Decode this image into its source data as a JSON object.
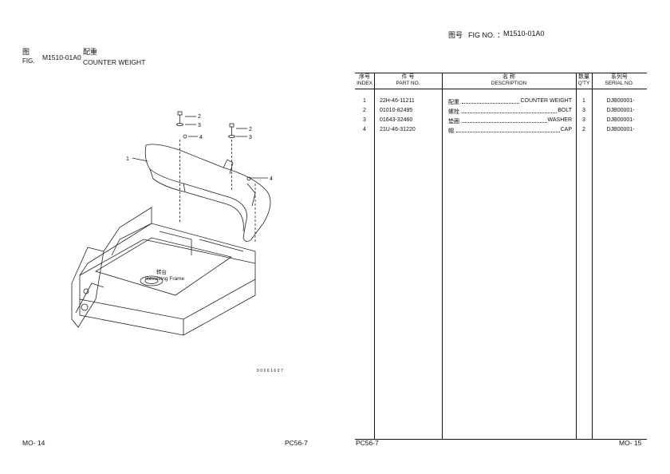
{
  "left_page": {
    "fig_label_cn": "图",
    "fig_label_en": "FIG.",
    "fig_number": "M1510-01A0",
    "title_cn": "配重",
    "title_en": "COUNTER WEIGHT",
    "drawing": {
      "callouts": [
        "1",
        "2",
        "3",
        "4",
        "2",
        "3",
        "4"
      ],
      "frame_label_cn": "转台",
      "frame_label_en": "Revolving Frame",
      "drawing_code": "00061607"
    },
    "footer_page": "MO- 14",
    "footer_model": "PC56-7"
  },
  "right_page": {
    "header_cn": "图号",
    "header_en": "FIG NO. ：",
    "header_no": "M1510-01A0",
    "table": {
      "headers": {
        "index_cn": "序号",
        "index_en": "INDEX",
        "part_cn": "件 号",
        "part_en": "PART NO.",
        "desc_cn": "名 称",
        "desc_en": "DESCRIPTION",
        "qty_cn": "数量",
        "qty_en": "Q'TY",
        "serial_cn": "系列号",
        "serial_en": "SERIAL NO."
      },
      "rows": [
        {
          "index": "1",
          "part_no": "22H-46-11211",
          "desc_cn": "配重",
          "desc_en": "COUNTER WEIGHT",
          "qty": "1",
          "serial": "DJB00001-"
        },
        {
          "index": "2",
          "part_no": "01010-82495",
          "desc_cn": "螺栓",
          "desc_en": "BOLT",
          "qty": "3",
          "serial": "DJB00001-"
        },
        {
          "index": "3",
          "part_no": "01643-32460",
          "desc_cn": "垫圈",
          "desc_en": "WASHER",
          "qty": "3",
          "serial": "DJB00001-"
        },
        {
          "index": "4",
          "part_no": "21U-46-31220",
          "desc_cn": "帽",
          "desc_en": "CAP",
          "qty": "2",
          "serial": "DJB00001-"
        }
      ]
    },
    "footer_model": "PC56-7",
    "footer_page": "MO- 15"
  }
}
